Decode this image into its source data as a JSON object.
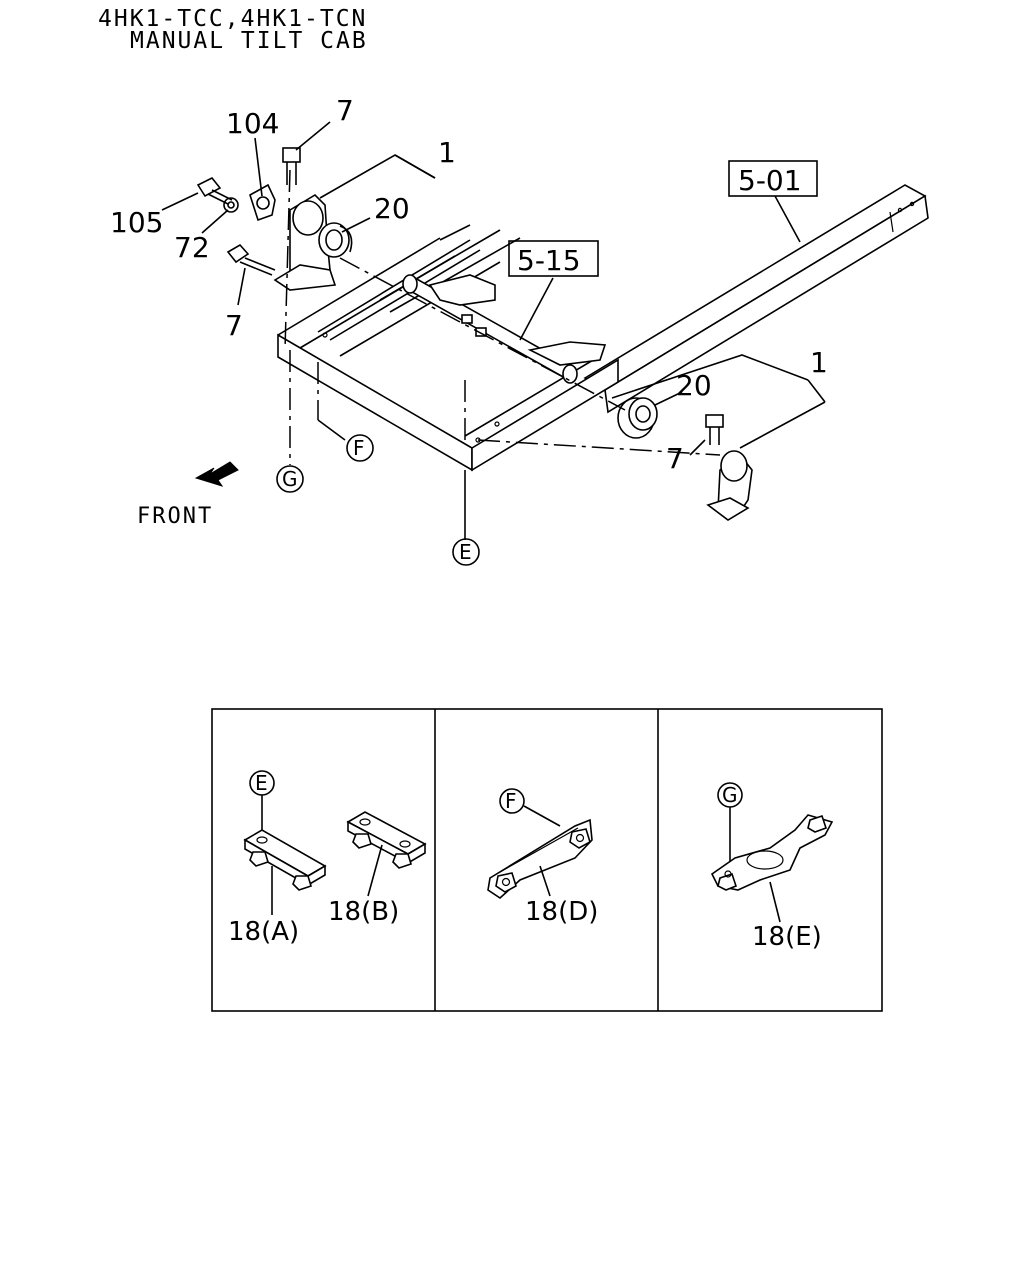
{
  "header": {
    "line1": "4HK1-TCC,4HK1-TCN",
    "line2": "MANUAL TILT CAB"
  },
  "callouts": {
    "c_104": "104",
    "c_7_top": "7",
    "c_1_top": "1",
    "c_20_top": "20",
    "c_105": "105",
    "c_72": "72",
    "c_7_left": "7",
    "c_5_01": "5-01",
    "c_5_15": "5-15",
    "c_20_right": "20",
    "c_1_right": "1",
    "c_7_right": "7",
    "front": "FRONT"
  },
  "ref_circles": {
    "F": "F",
    "G": "G",
    "E": "E"
  },
  "detail_panels": [
    {
      "ref": "E",
      "labels": [
        "18(A)",
        "18(B)"
      ]
    },
    {
      "ref": "F",
      "labels": [
        "18(D)"
      ]
    },
    {
      "ref": "G",
      "labels": [
        "18(E)"
      ]
    }
  ]
}
